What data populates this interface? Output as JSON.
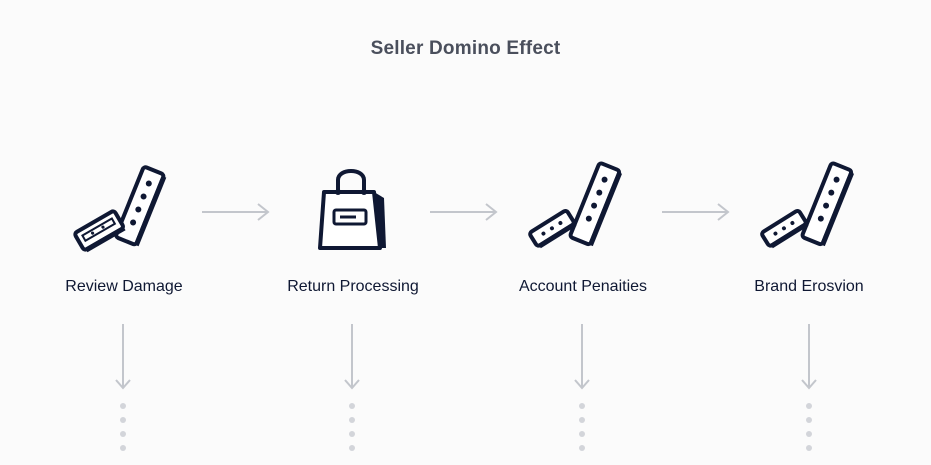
{
  "title": "Seller Domino Effect",
  "steps": [
    {
      "label": "Review Damage",
      "icon": "dominoes-icon"
    },
    {
      "label": "Return Processing",
      "icon": "shopping-bag-icon"
    },
    {
      "label": "Account Penaities",
      "icon": "dominoes-icon"
    },
    {
      "label": "Brand Erosvion",
      "icon": "dominoes-icon"
    }
  ],
  "colors": {
    "icon": "#0f1833",
    "arrow": "#c3c6cc",
    "title": "#4a4f5c"
  }
}
